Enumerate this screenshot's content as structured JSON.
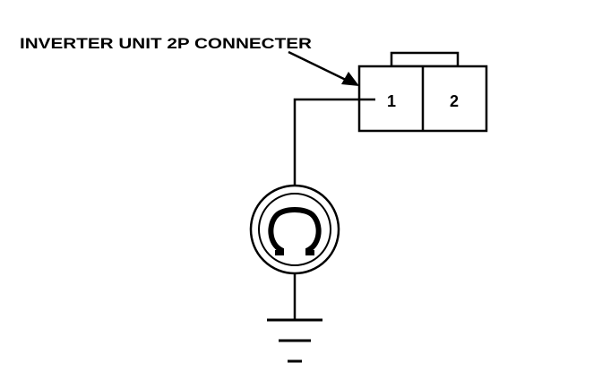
{
  "diagram": {
    "connector_label": "INVERTER UNIT 2P CONNECTER",
    "pins": [
      {
        "label": "1"
      },
      {
        "label": "2"
      }
    ],
    "meter_symbol": "Ω",
    "meter_icon": "ohmmeter-icon",
    "ground_icon": "ground-icon",
    "line_color": "#000000",
    "background_color": "#ffffff"
  }
}
